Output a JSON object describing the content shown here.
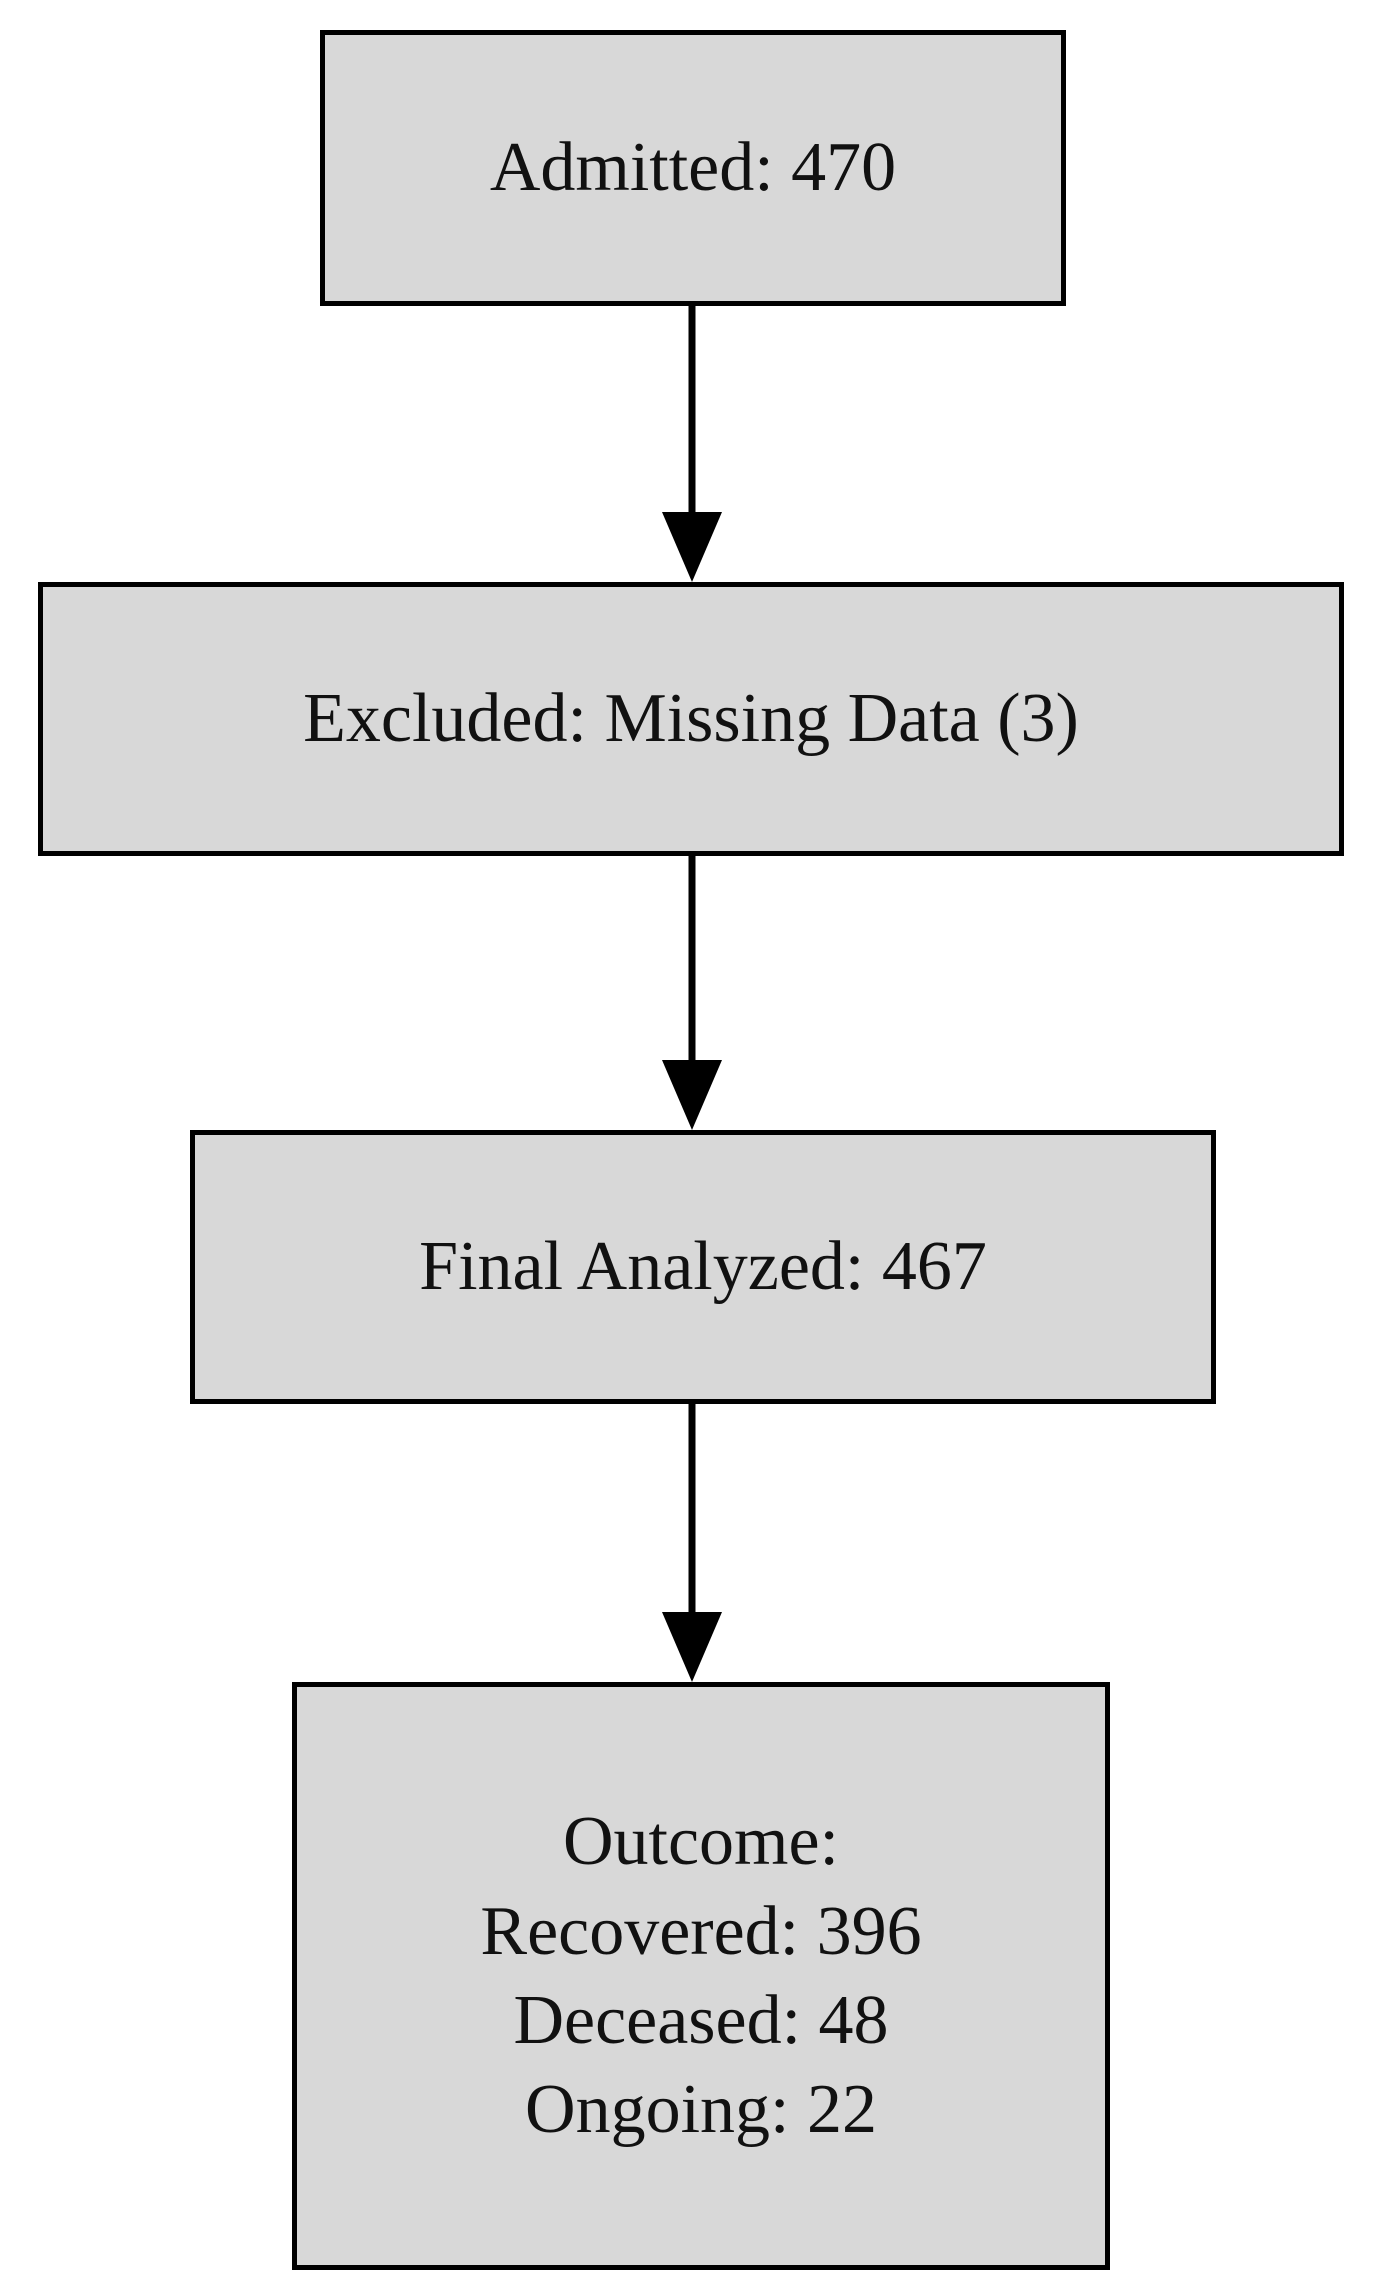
{
  "diagram": {
    "type": "flowchart",
    "orientation": "top-to-bottom",
    "background_color": "#ffffff",
    "node_fill_color": "#d8d8d8",
    "node_border_color": "#000000",
    "text_color": "#111111",
    "nodes": [
      {
        "id": "admitted",
        "label": "Admitted: 470",
        "count": 470
      },
      {
        "id": "excluded",
        "label": "Excluded: Missing Data (3)",
        "count": 3
      },
      {
        "id": "final",
        "label": "Final Analyzed: 467",
        "count": 467
      },
      {
        "id": "outcome",
        "label": "Outcome:",
        "lines": [
          "Outcome:",
          "Recovered: 396",
          "Deceased: 48",
          "Ongoing: 22"
        ],
        "breakdown": [
          {
            "name": "Recovered",
            "value": 396
          },
          {
            "name": "Deceased",
            "value": 48
          },
          {
            "name": "Ongoing",
            "value": 22
          }
        ]
      }
    ],
    "edges": [
      {
        "from": "admitted",
        "to": "excluded",
        "arrow": "down-arrowhead"
      },
      {
        "from": "excluded",
        "to": "final",
        "arrow": "down-arrowhead"
      },
      {
        "from": "final",
        "to": "outcome",
        "arrow": "down-arrowhead"
      }
    ]
  }
}
